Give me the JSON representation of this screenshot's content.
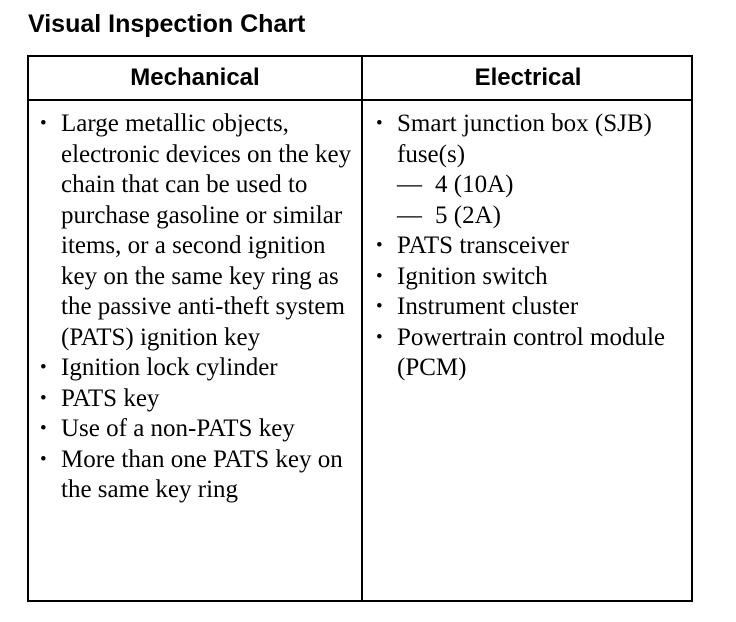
{
  "title": "Visual Inspection Chart",
  "table": {
    "headers": [
      "Mechanical",
      "Electrical"
    ],
    "mechanical": [
      "Large metallic objects, electronic devices on the key chain that can be used to purchase gasoline or similar items, or a second ignition key on the same key ring as the passive anti-theft system (PATS) ignition key",
      "Ignition lock cylinder",
      "PATS key",
      "Use of a non-PATS key",
      "More than one PATS key on the same key ring"
    ],
    "electrical": {
      "item0": "Smart junction box (SJB) fuse(s)",
      "item0_sub": [
        "4 (10A)",
        "5 (2A)"
      ],
      "item1": "PATS transceiver",
      "item2": "Ignition switch",
      "item3": "Instrument cluster",
      "item4": "Powertrain control module (PCM)"
    },
    "bullet": "•",
    "dash": "—"
  }
}
